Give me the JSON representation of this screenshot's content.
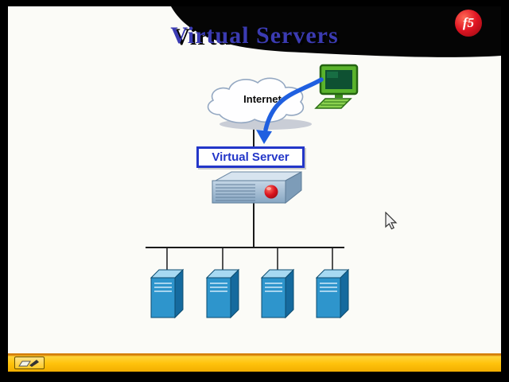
{
  "slide": {
    "title": "Virtual Servers",
    "cloud_label": "Internet",
    "virtual_server_label": "Virtual Server"
  },
  "logo": {
    "text": "f5"
  },
  "diagram": {
    "server_count": 4
  },
  "colors": {
    "title_blue": "#3b3bb2",
    "box_blue": "#2336c8",
    "arrow_blue": "#1f5fe0",
    "cloud_outline": "#94a8c2",
    "computer_green": "#55b02a",
    "server_front": "#2e95cc",
    "server_side": "#156a9e",
    "server_top": "#a7d9f2",
    "logo_red": "#e01523",
    "taskbar_yellow": "#ffc30c"
  }
}
